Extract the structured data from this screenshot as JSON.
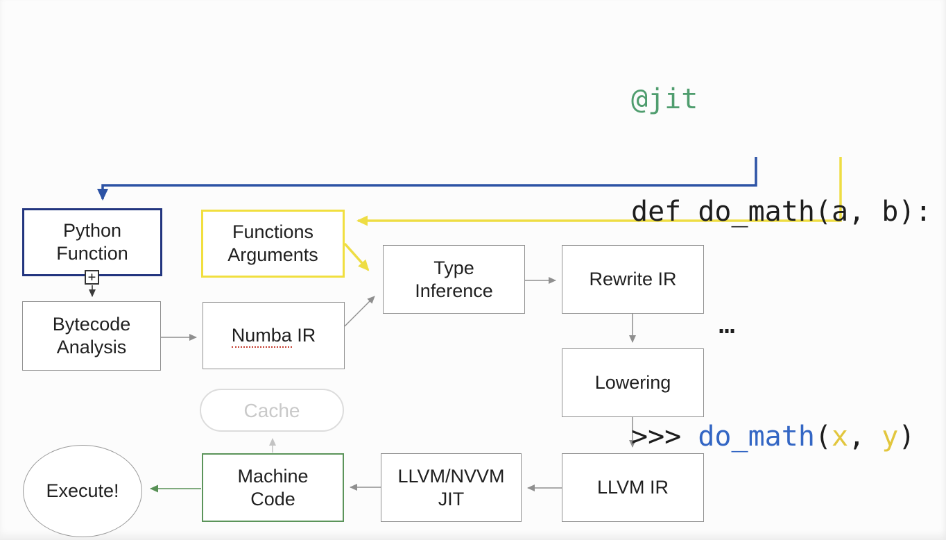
{
  "code": {
    "line1": "@jit",
    "line2": "def do_math(a, b):",
    "line3": "…",
    "line4_prompt": ">>> ",
    "line4_func": "do_math",
    "line4_open": "(",
    "line4_argx": "x",
    "line4_comma": ", ",
    "line4_argy": "y",
    "line4_close": ")"
  },
  "nodes": {
    "python_function": {
      "line1": "Python",
      "line2": "Function"
    },
    "bytecode_analysis": {
      "line1": "Bytecode",
      "line2": "Analysis"
    },
    "functions_arguments": {
      "line1": "Functions",
      "line2": "Arguments"
    },
    "numba_ir": {
      "word1": "Numba",
      "word2": " IR"
    },
    "type_inference": {
      "line1": "Type",
      "line2": "Inference"
    },
    "rewrite_ir": {
      "label": "Rewrite IR"
    },
    "lowering": {
      "label": "Lowering"
    },
    "llvm_ir": {
      "label": "LLVM IR"
    },
    "llvm_nvvm_jit": {
      "line1": "LLVM/NVVM",
      "line2": "JIT"
    },
    "machine_code": {
      "line1": "Machine",
      "line2": "Code"
    },
    "cache": {
      "label": "Cache"
    },
    "execute": {
      "label": "Execute!"
    }
  },
  "icons": {
    "plus": "+"
  },
  "colors": {
    "code_decorator_green": "#4f9d6e",
    "code_call_blue": "#3366c4",
    "code_arg_yellow": "#e2c63d",
    "arrow_blue": "#2d53a5",
    "arrow_yellow": "#eedd44",
    "arrow_gray": "#8f8f8f",
    "arrow_lightgray": "#c3c3c3",
    "arrow_green": "#579055",
    "python_function_border": "#22357f",
    "functions_arguments_border": "#f1df3f",
    "machine_code_border": "#5b945a",
    "cache_border": "#dcdcdc",
    "misspell_red": "#c43c2e"
  }
}
